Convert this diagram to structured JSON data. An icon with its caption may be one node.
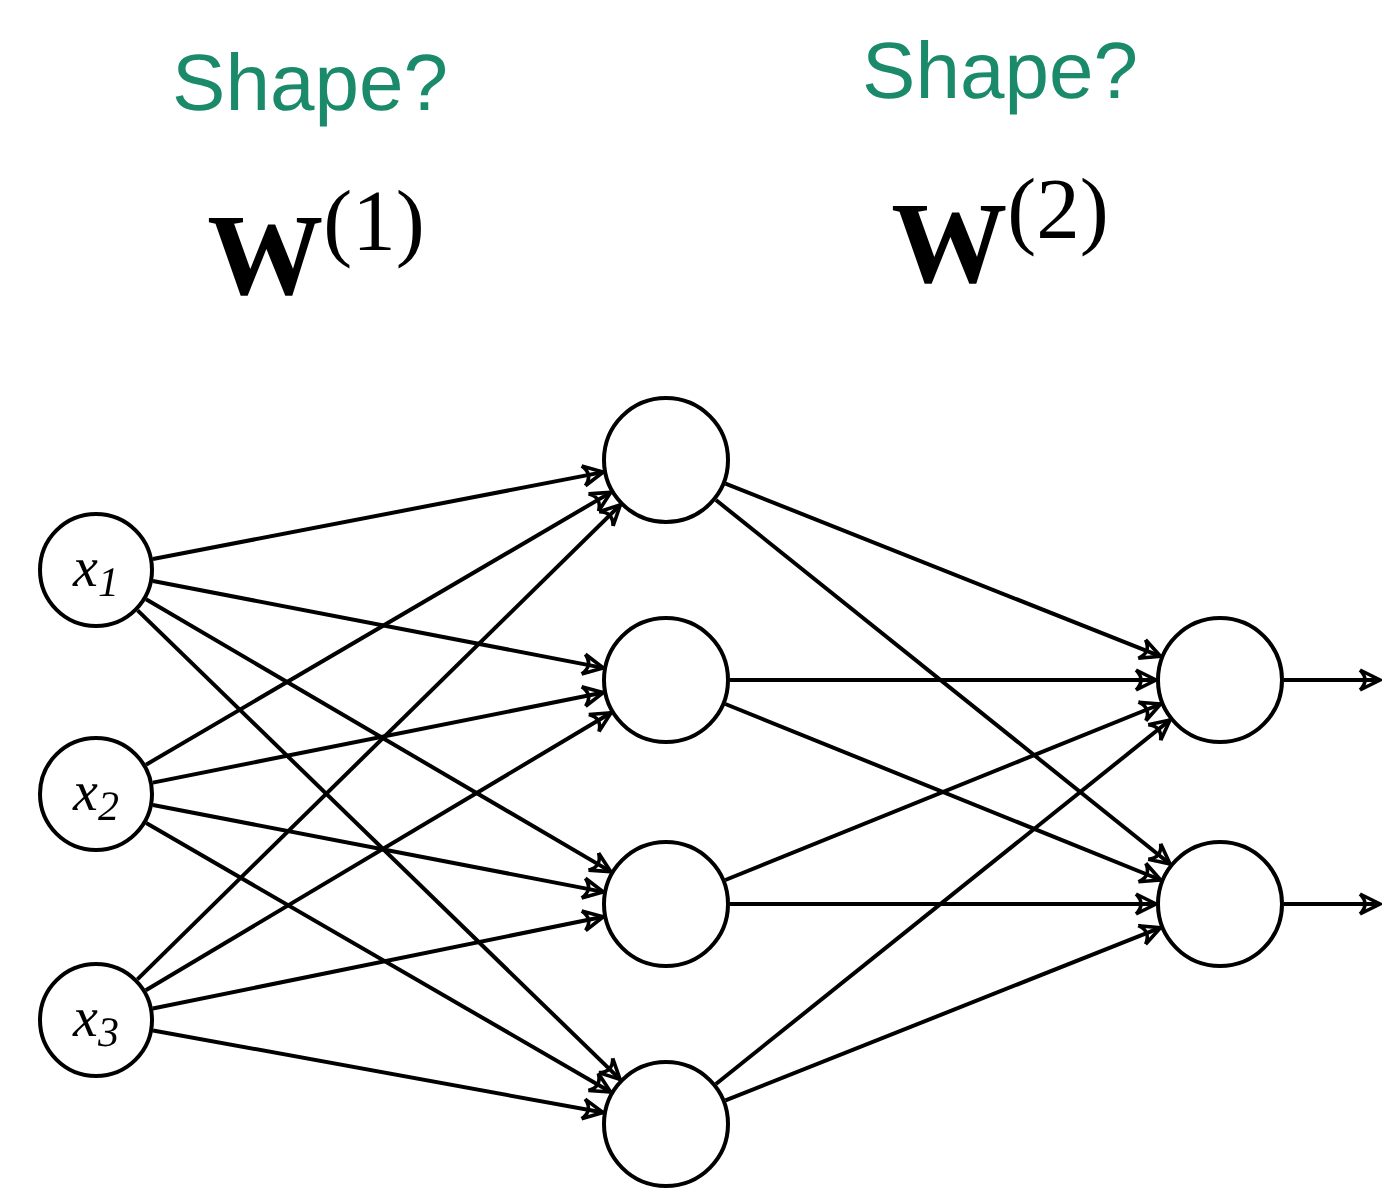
{
  "diagram": {
    "nodes": [
      {
        "text": [
          "x$_{1}$"
        ]
      },
      {
        "text": [
          "x$_{2}$"
        ]
      },
      {
        "text": [
          "x$_{3}$"
        ]
      },
      {
        "text": [],
        "shape": "circle"
      },
      {
        "text": [],
        "shape": "circle"
      },
      {
        "text": [],
        "shape": "circle"
      },
      {
        "text": [],
        "shape": "circle"
      },
      {
        "text": [],
        "shape": "circle"
      },
      {
        "text": [],
        "shape": "circle"
      }
    ],
    "edges": [
      {
        "from": 0,
        "to": 3,
        "arrow": "to"
      },
      {
        "from": 0,
        "to": 4,
        "arrow": "to"
      },
      {
        "from": 0,
        "to": 5,
        "arrow": "to"
      },
      {
        "from": 0,
        "to": 6,
        "arrow": "to"
      },
      {
        "from": 1,
        "to": 3,
        "arrow": "to"
      },
      {
        "from": 1,
        "to": 4,
        "arrow": "to"
      },
      {
        "from": 1,
        "to": 5,
        "arrow": "to"
      },
      {
        "from": 1,
        "to": 6,
        "arrow": "to"
      },
      {
        "from": 2,
        "to": 3,
        "arrow": "to"
      },
      {
        "from": 2,
        "to": 4,
        "arrow": "to"
      },
      {
        "from": 2,
        "to": 5,
        "arrow": "to"
      },
      {
        "from": 2,
        "to": 6,
        "arrow": "to"
      },
      {
        "from": 3,
        "to": 7,
        "arrow": "to"
      },
      {
        "from": 3,
        "to": 8,
        "arrow": "to"
      },
      {
        "from": 4,
        "to": 7,
        "arrow": "to"
      },
      {
        "from": 4,
        "to": 8,
        "arrow": "to"
      },
      {
        "from": 5,
        "to": 7,
        "arrow": "to"
      },
      {
        "from": 5,
        "to": 8,
        "arrow": "to"
      },
      {
        "from": 6,
        "to": 7,
        "arrow": "to"
      },
      {
        "from": 6,
        "to": 8,
        "arrow": "to"
      },
      {
        "from": 7,
        "to": null,
        "arrow": "to"
      },
      {
        "from": 8,
        "to": null,
        "arrow": "to"
      }
    ],
    "labels": [
      "Shape?",
      "Shape?",
      "**W**$^{(1)}$",
      "**W**$^{(2)}$"
    ]
  }
}
